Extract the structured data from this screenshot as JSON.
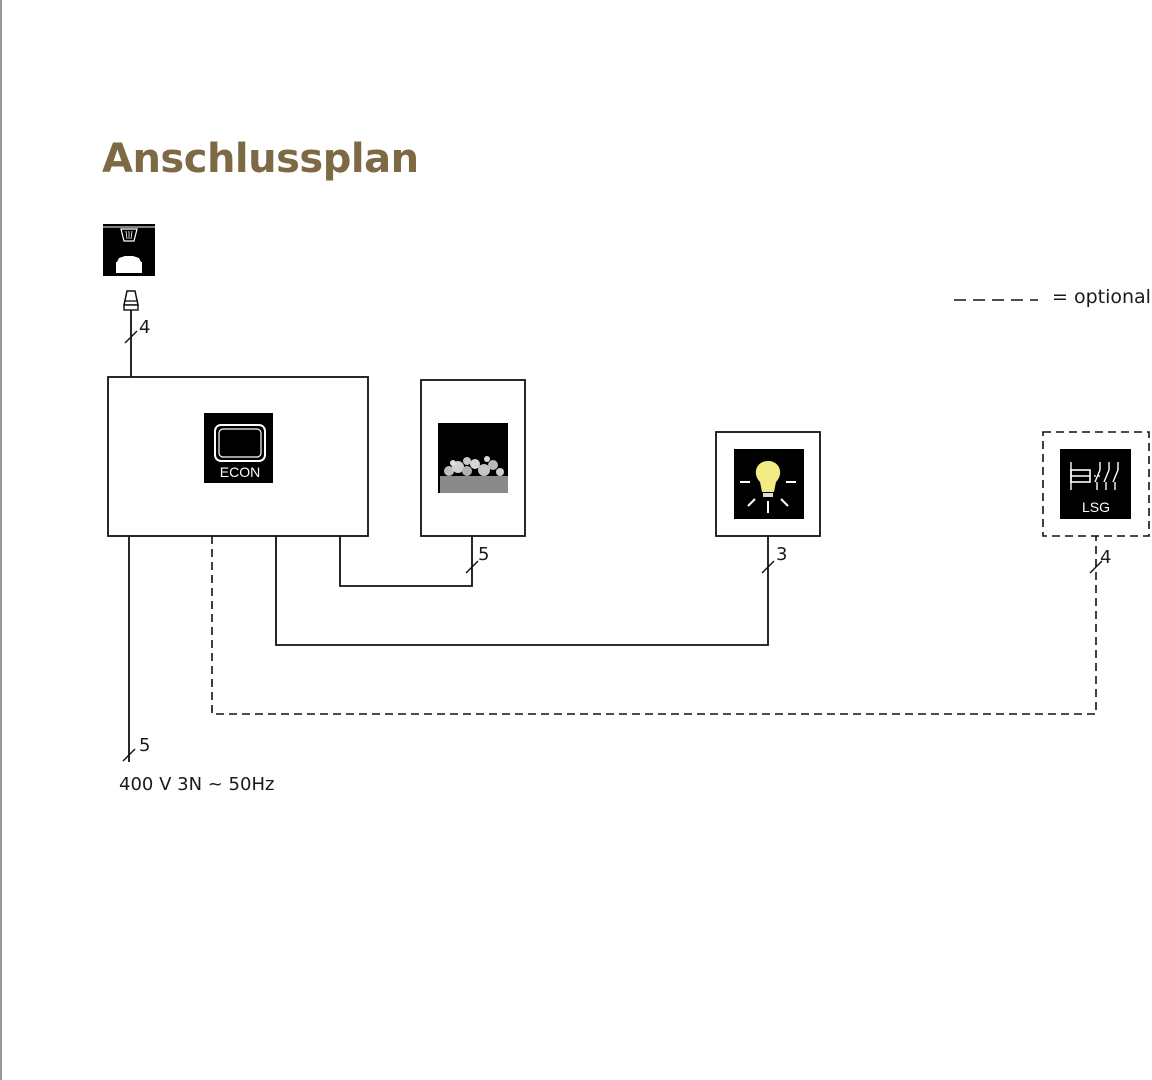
{
  "title": "Anschlussplan",
  "title_color": "#7d6a45",
  "legend": {
    "text": "= optional"
  },
  "devices": {
    "sensor": {
      "icon": "sensor-icon"
    },
    "control_unit": {
      "icon": "econ-control-icon",
      "label": "ECON"
    },
    "heater": {
      "icon": "sauna-heater-icon"
    },
    "light": {
      "icon": "light-bulb-icon",
      "bulb_color": "#f3ec84"
    },
    "relay": {
      "icon": "relay-icon",
      "label": "LSG",
      "optional": true
    }
  },
  "wire_counts": {
    "sensor": "4",
    "heater": "5",
    "light": "3",
    "relay": "4",
    "supply": "5"
  },
  "supply": {
    "label": "400 V 3N  ~  50Hz"
  }
}
